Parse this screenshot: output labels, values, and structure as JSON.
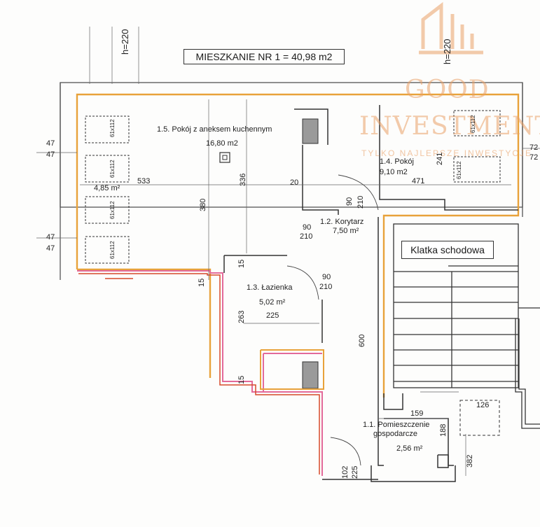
{
  "plan": {
    "title": "MIESZKANIE NR 1 = 40,98 m2",
    "height_label_left": "h=220",
    "height_label_right": "h=220",
    "rooms": [
      {
        "id": "1.5",
        "name": "1.5. Pokój z aneksem kuchennym",
        "area": "16,80 m2"
      },
      {
        "id": "1.4",
        "name": "1.4. Pokój",
        "area": "9,10 m2"
      },
      {
        "id": "1.2",
        "name": "1.2. Korytarz",
        "area": "7,50 m²"
      },
      {
        "id": "1.3",
        "name": "1.3. Łazienka",
        "area": "5,02 m²"
      },
      {
        "id": "1.1",
        "name": "1.1. Pomieszczenie gospodarcze",
        "name_line1": "1.1. Pomieszczenie",
        "name_line2": "gospodarcze",
        "area": "2,56 m²"
      }
    ],
    "extra_area": "4,85 m²",
    "stairwell": "Klatka schodowa",
    "window_label": "61x112",
    "dimensions": {
      "d533": "533",
      "d336": "336",
      "d380": "380",
      "d20": "20",
      "d471": "471",
      "d241": "241",
      "d90a": "90",
      "d210a": "210",
      "d90b": "90",
      "d210b": "210",
      "d90c": "90",
      "d210c": "210",
      "d15a": "15",
      "d15b": "15",
      "d15c": "15",
      "d263": "263",
      "d225a": "225",
      "d600": "600",
      "d159": "159",
      "d126": "126",
      "d188": "188",
      "d382": "382",
      "d102": "102",
      "d225b": "225",
      "d47a": "47",
      "d47b": "47",
      "d47c": "47",
      "d47d": "47",
      "d72a": "72",
      "d72b": "72"
    }
  },
  "watermark": {
    "line1": "GOOD",
    "line2": "INVESTMENT",
    "tagline": "TYLKO NAJLEPSZE INWESTYCJE",
    "color": "#e9a066"
  }
}
